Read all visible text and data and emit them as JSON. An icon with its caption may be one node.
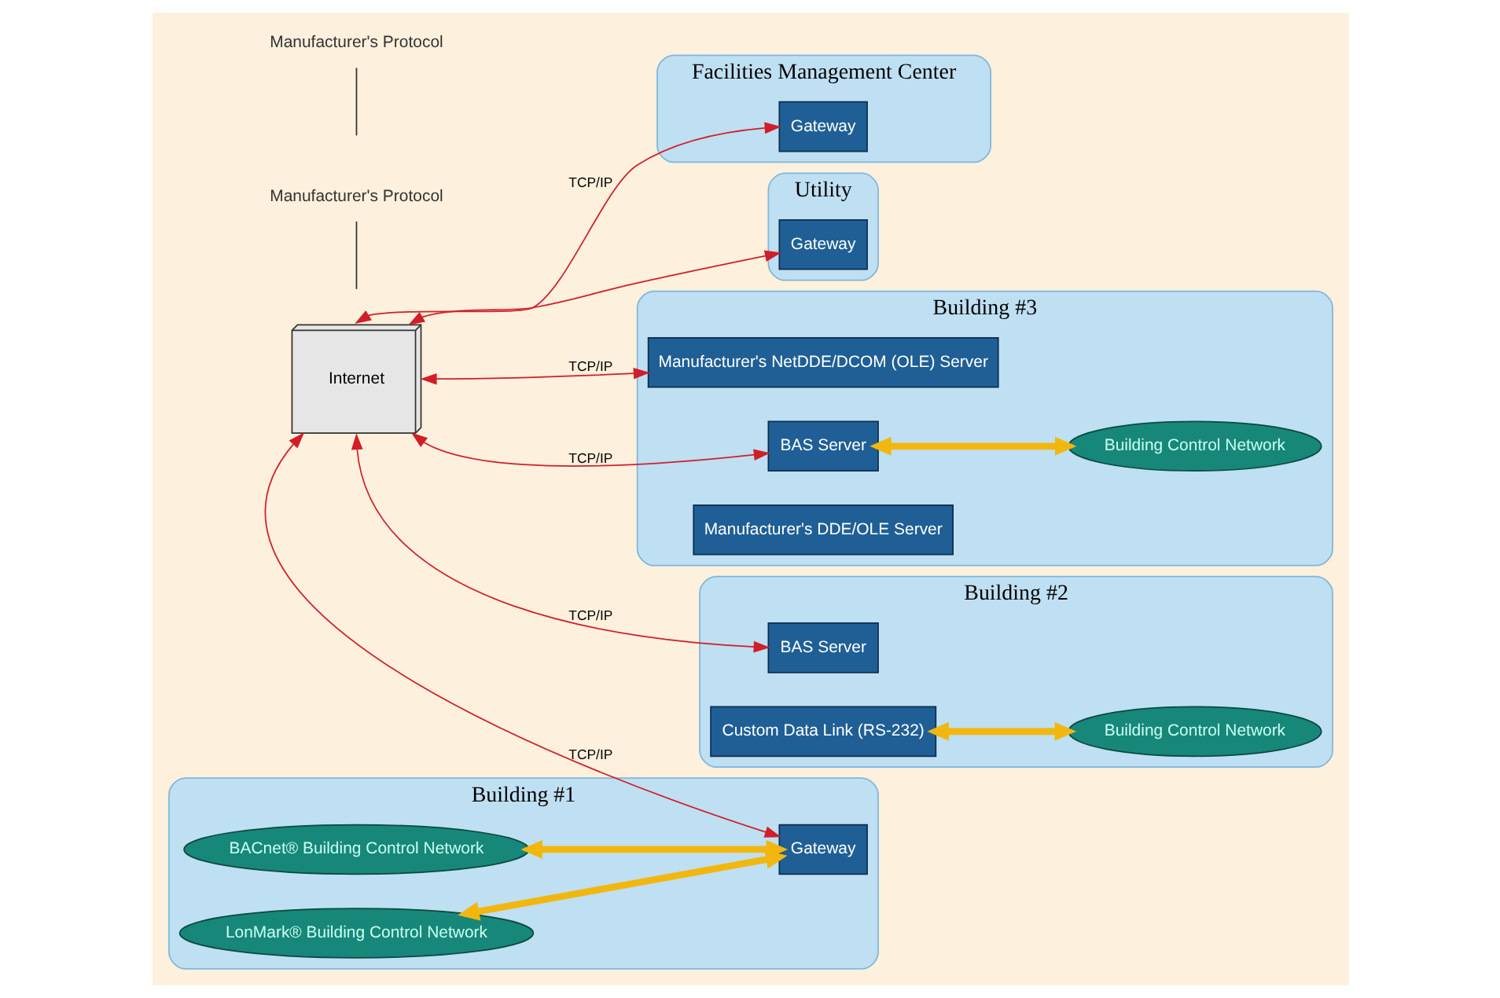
{
  "diagram": {
    "nodes": [
      {
        "text": [
          "Facilities Management Center"
        ]
      },
      {
        "text": [
          "Gateway"
        ],
        "in": 0
      },
      {
        "text": [
          "Utility"
        ]
      },
      {
        "text": [
          "Gateway"
        ],
        "in": 2
      },
      {
        "text": [
          "Internet"
        ]
      },
      {
        "text": [
          "Building #3"
        ]
      },
      {
        "text": [
          "Manufacturer's NetDDE/DCOM (OLE) Server"
        ],
        "in": 5
      },
      {
        "text": [
          "BAS Server"
        ],
        "in": 5
      },
      {
        "text": [
          "Manufacturer's DDE/OLE Server"
        ],
        "in": 5
      },
      {
        "text": [
          "Building Control Network"
        ],
        "in": 5
      },
      {
        "text": [
          "Manufacturer's Protocol"
        ]
      },
      {
        "text": [
          "Building #1"
        ]
      },
      {
        "text": [
          "BACnet® Building Control Network"
        ],
        "in": 11
      },
      {
        "text": [
          "LonMark® Building Control Network"
        ],
        "in": 11
      },
      {
        "text": [
          "Gateway"
        ],
        "in": 11
      },
      {
        "text": [
          "Building #2"
        ]
      },
      {
        "text": [
          "BAS Server"
        ],
        "in": 15
      },
      {
        "text": [
          "Custom Data Link (RS-232)"
        ],
        "in": 15
      },
      {
        "text": [
          "Building Control Network"
        ],
        "in": 15
      },
      {
        "text": [
          "Manufacturer's Protocol"
        ]
      }
    ],
    "edges": [
      {
        "from": 4,
        "to": 1,
        "arrow": "both",
        "label": "TCP/IP"
      },
      {
        "from": 4,
        "to": 3,
        "arrow": "both"
      },
      {
        "from": 4,
        "to": 6,
        "arrow": "both",
        "label": "TCP/IP"
      },
      {
        "from": 4,
        "to": 7,
        "arrow": "both",
        "label": "TCP/IP"
      },
      {
        "from": 4,
        "to": 16,
        "arrow": "both",
        "label": "TCP/IP"
      },
      {
        "from": 4,
        "to": 14,
        "arrow": "both",
        "label": "TCP/IP"
      },
      {
        "from": 7,
        "to": 9,
        "arrow": "both",
        "style": "thick",
        "color": "#f2b70f"
      },
      {
        "from": 12,
        "to": 14,
        "arrow": "both",
        "style": "thick",
        "color": "#f2b70f"
      },
      {
        "from": 13,
        "to": 14,
        "arrow": "both",
        "style": "thick",
        "color": "#f2b70f"
      },
      {
        "from": 17,
        "to": 18,
        "arrow": "both",
        "style": "thick",
        "color": "#f2b70f"
      },
      {
        "from": 10,
        "to": null,
        "arrow": "none",
        "color": "#333333"
      },
      {
        "from": 19,
        "to": null,
        "arrow": "none",
        "color": "#333333"
      }
    ]
  }
}
